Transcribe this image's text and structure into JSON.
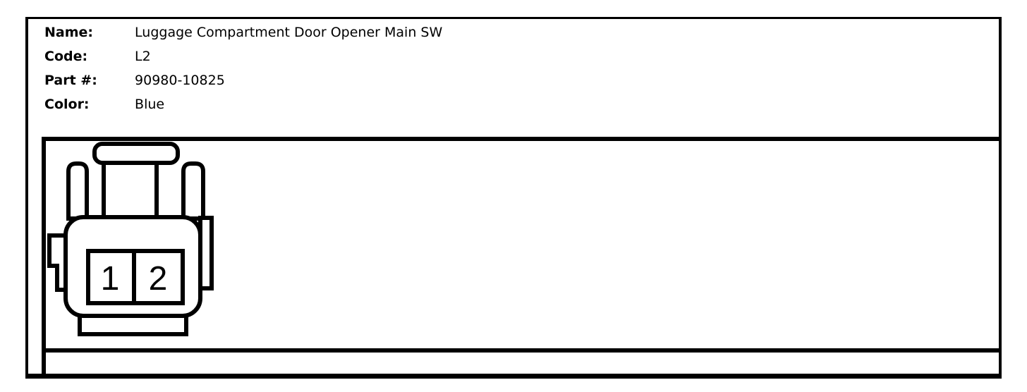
{
  "header": {
    "fields": [
      {
        "label": "Name:",
        "value": "Luggage Compartment Door Opener Main SW"
      },
      {
        "label": "Code:",
        "value": "L2"
      },
      {
        "label": "Part #:",
        "value": "90980-10825"
      },
      {
        "label": "Color:",
        "value": "Blue"
      }
    ]
  },
  "connector": {
    "drawing_name": "2-pin-connector-front-view",
    "pins": [
      "1",
      "2"
    ]
  },
  "colors": {
    "ink": "#000000",
    "background": "#ffffff"
  }
}
